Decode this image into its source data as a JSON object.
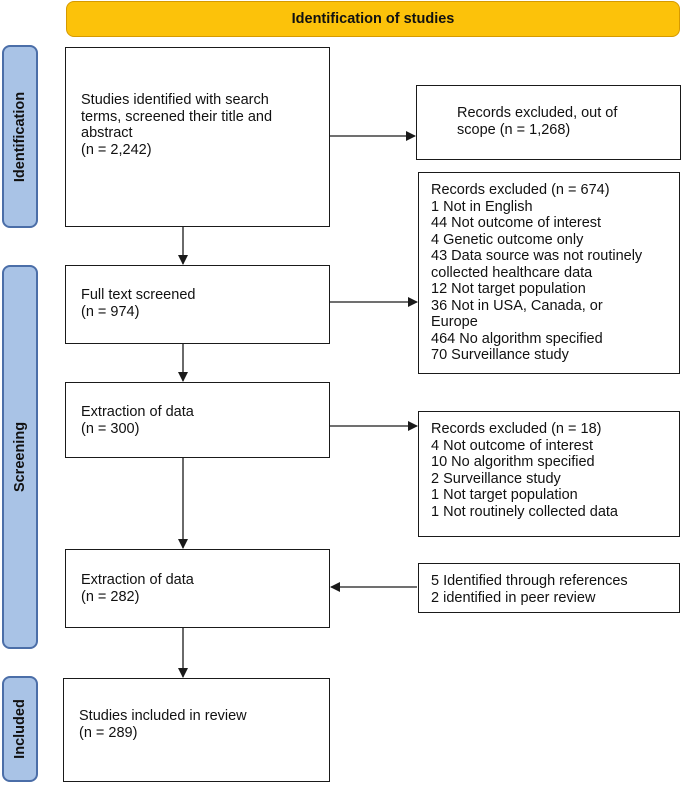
{
  "header": {
    "title": "Identification of studies"
  },
  "phases": {
    "identification": "Identification",
    "screening": "Screening",
    "included": "Included"
  },
  "boxes": {
    "identified": [
      "Studies identified with search",
      "terms, screened their title and",
      "abstract",
      "(n = 2,242)"
    ],
    "excluded_scope": [
      "Records excluded, out of",
      "scope (n = 1,268)"
    ],
    "full_text": [
      "Full text screened",
      "(n = 974)"
    ],
    "excluded_674": [
      "Records excluded (n = 674)",
      "1 Not in English",
      "44 Not outcome of interest",
      "4 Genetic outcome only",
      "43 Data source was not routinely",
      "collected healthcare data",
      "12 Not target population",
      "36 Not in USA, Canada, or",
      "Europe",
      "464 No algorithm specified",
      "70 Surveillance study"
    ],
    "extraction_300": [
      "Extraction of data",
      "(n = 300)"
    ],
    "excluded_18": [
      "Records excluded (n = 18)",
      "4 Not outcome of interest",
      "10 No algorithm specified",
      "2 Surveillance study",
      "1 Not target population",
      "1 Not routinely collected data"
    ],
    "extraction_282": [
      "Extraction of data",
      "(n = 282)"
    ],
    "added": [
      "5 Identified through references",
      "2 identified in peer review"
    ],
    "included": [
      "Studies included in review",
      "(n = 289)"
    ]
  }
}
